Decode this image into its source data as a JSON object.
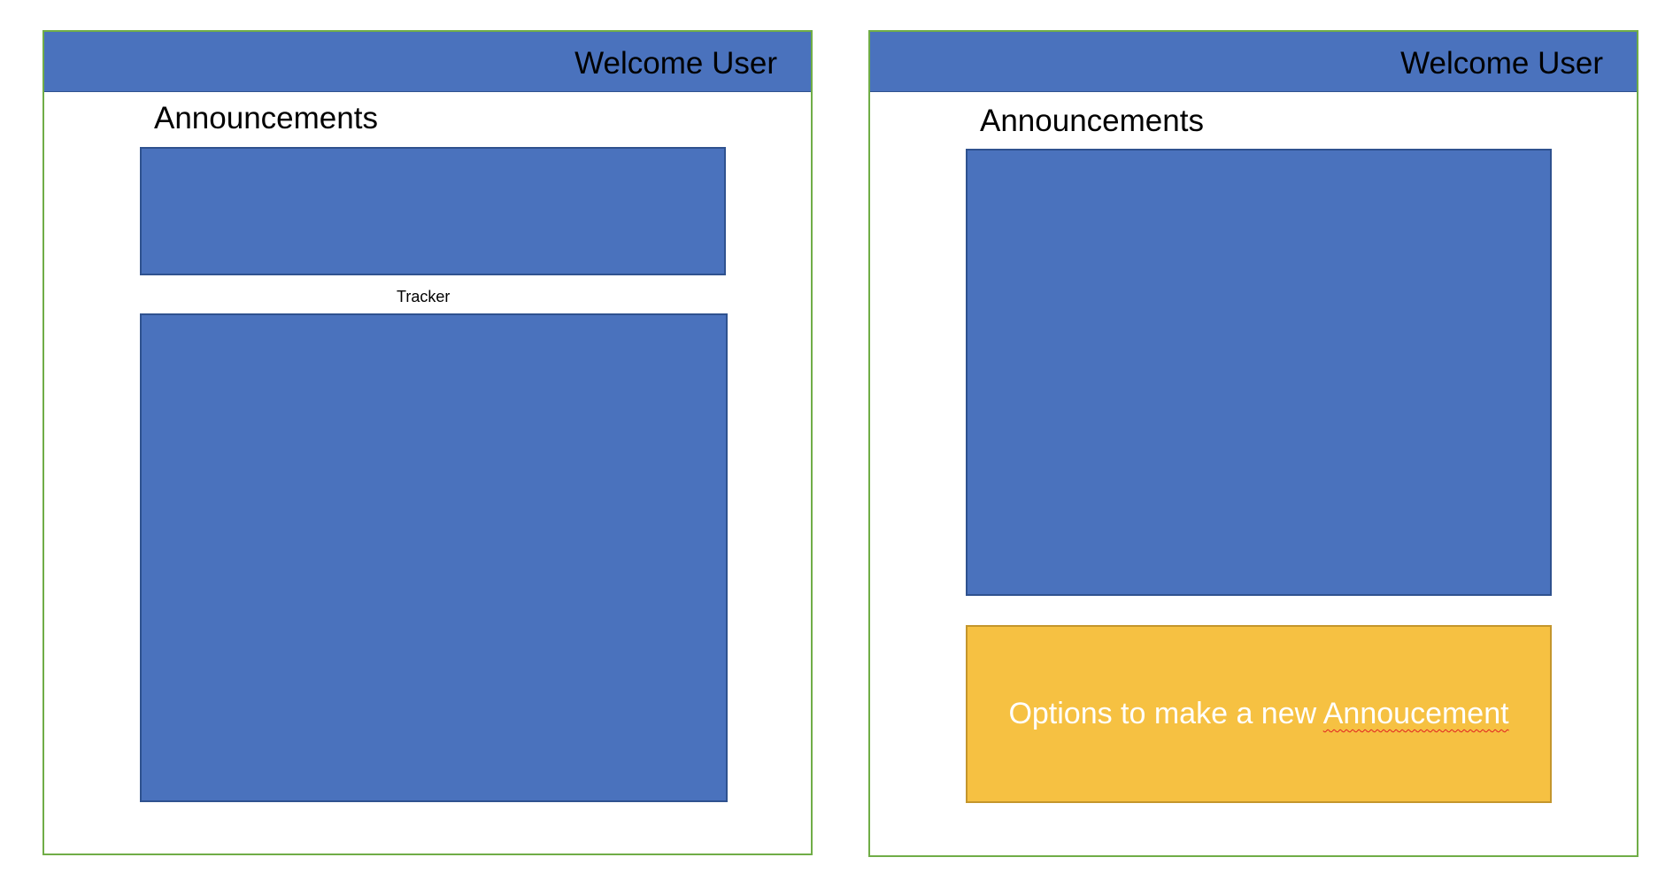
{
  "panel_left": {
    "header": {
      "welcome_text": "Welcome User"
    },
    "announcements_title": "Announcements",
    "tracker_label": "Tracker"
  },
  "panel_right": {
    "header": {
      "welcome_text": "Welcome User"
    },
    "announcements_title": "Announcements",
    "options_box": {
      "text_before": "Options to make a new ",
      "text_misspelled": "Annoucement"
    }
  },
  "colors": {
    "header_blue": "#4a72bd",
    "box_blue": "#4a72bd",
    "frame_green": "#70ad47",
    "options_yellow": "#f6c142",
    "spellcheck_red": "#e02020"
  }
}
